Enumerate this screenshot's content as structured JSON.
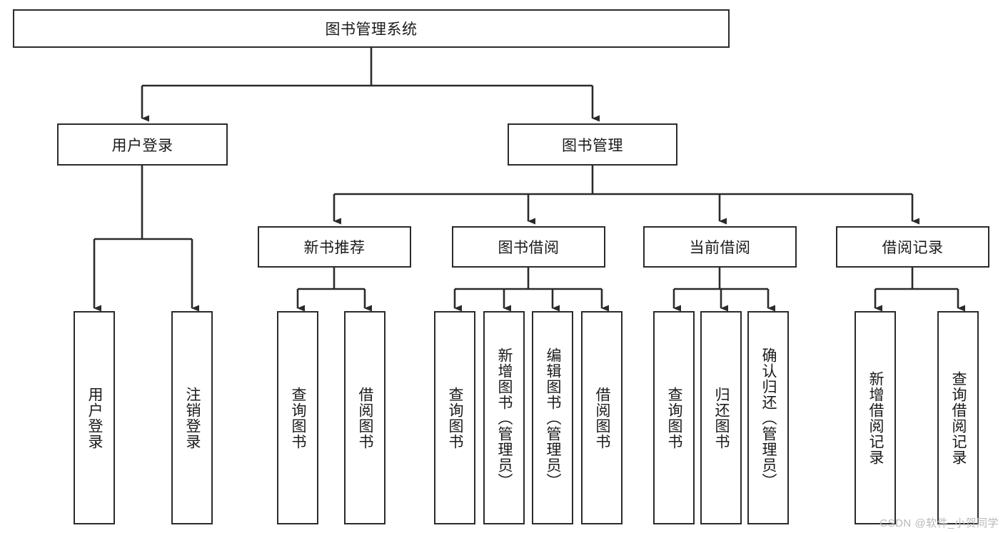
{
  "diagram": {
    "type": "tree",
    "title": "图书管理系统",
    "root": {
      "label": "图书管理系统"
    },
    "level2": [
      {
        "label": "用户登录"
      },
      {
        "label": "图书管理"
      }
    ],
    "level3": [
      {
        "label": "新书推荐"
      },
      {
        "label": "图书借阅"
      },
      {
        "label": "当前借阅"
      },
      {
        "label": "借阅记录"
      }
    ],
    "leaves_user_login": [
      {
        "label": "用户登录"
      },
      {
        "label": "注销登录"
      }
    ],
    "leaves_new_book": [
      {
        "label": "查询图书"
      },
      {
        "label": "借阅图书"
      }
    ],
    "leaves_borrow": [
      {
        "label": "查询图书"
      },
      {
        "label": "新增图书（管理员）"
      },
      {
        "label": "编辑图书（管理员）"
      },
      {
        "label": "借阅图书"
      }
    ],
    "leaves_current": [
      {
        "label": "查询图书"
      },
      {
        "label": "归还图书"
      },
      {
        "label": "确认归还（管理员）"
      }
    ],
    "leaves_records": [
      {
        "label": "新增借阅记录"
      },
      {
        "label": "查询借阅记录"
      }
    ]
  },
  "watermark": {
    "text": "CSDN @软件_小贺同学"
  },
  "colors": {
    "stroke": "#2b2b2b",
    "fill": "#ffffff",
    "text": "#1a1a1a",
    "watermark": "#b9b9b9"
  }
}
